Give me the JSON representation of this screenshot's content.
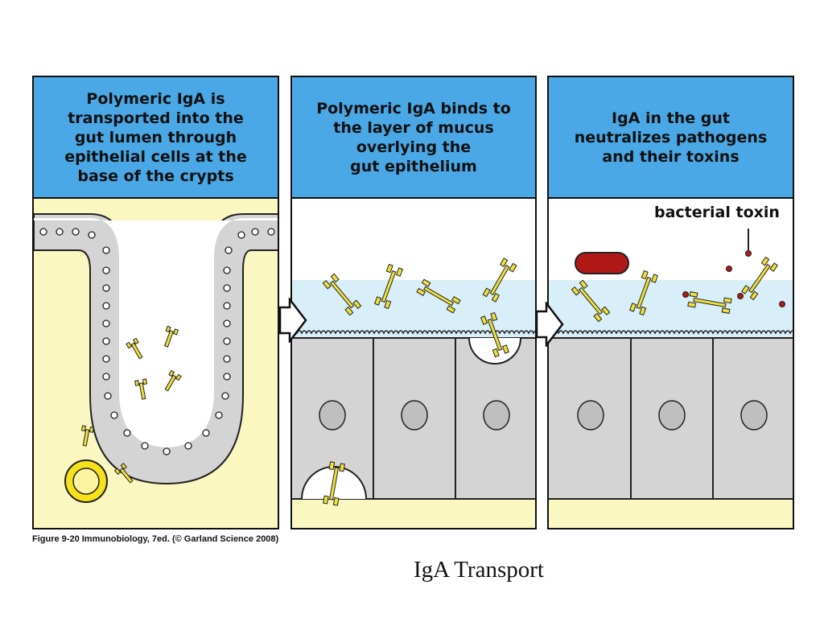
{
  "panels": [
    {
      "heading": "Polymeric IgA is\ntransported into the\ngut lumen through\nepithelial cells at the\nbase of the crypts"
    },
    {
      "heading": "Polymeric IgA binds to\nthe layer of mucus\noverlying the\ngut epithelium"
    },
    {
      "heading": "IgA in the gut\nneutralizes pathogens\nand their toxins"
    }
  ],
  "toxin_label": "bacterial toxin",
  "caption": "Figure 9-20 Immunobiology, 7ed. (© Garland Science 2008)",
  "slide_title": "IgA Transport",
  "colors": {
    "header": "#4aa8e6",
    "lamina": "#fbf7c0",
    "cell": "#d4d4d4",
    "mucus": "#d8eef8",
    "antibody": "#f0e03a",
    "bacterium": "#b01818"
  }
}
